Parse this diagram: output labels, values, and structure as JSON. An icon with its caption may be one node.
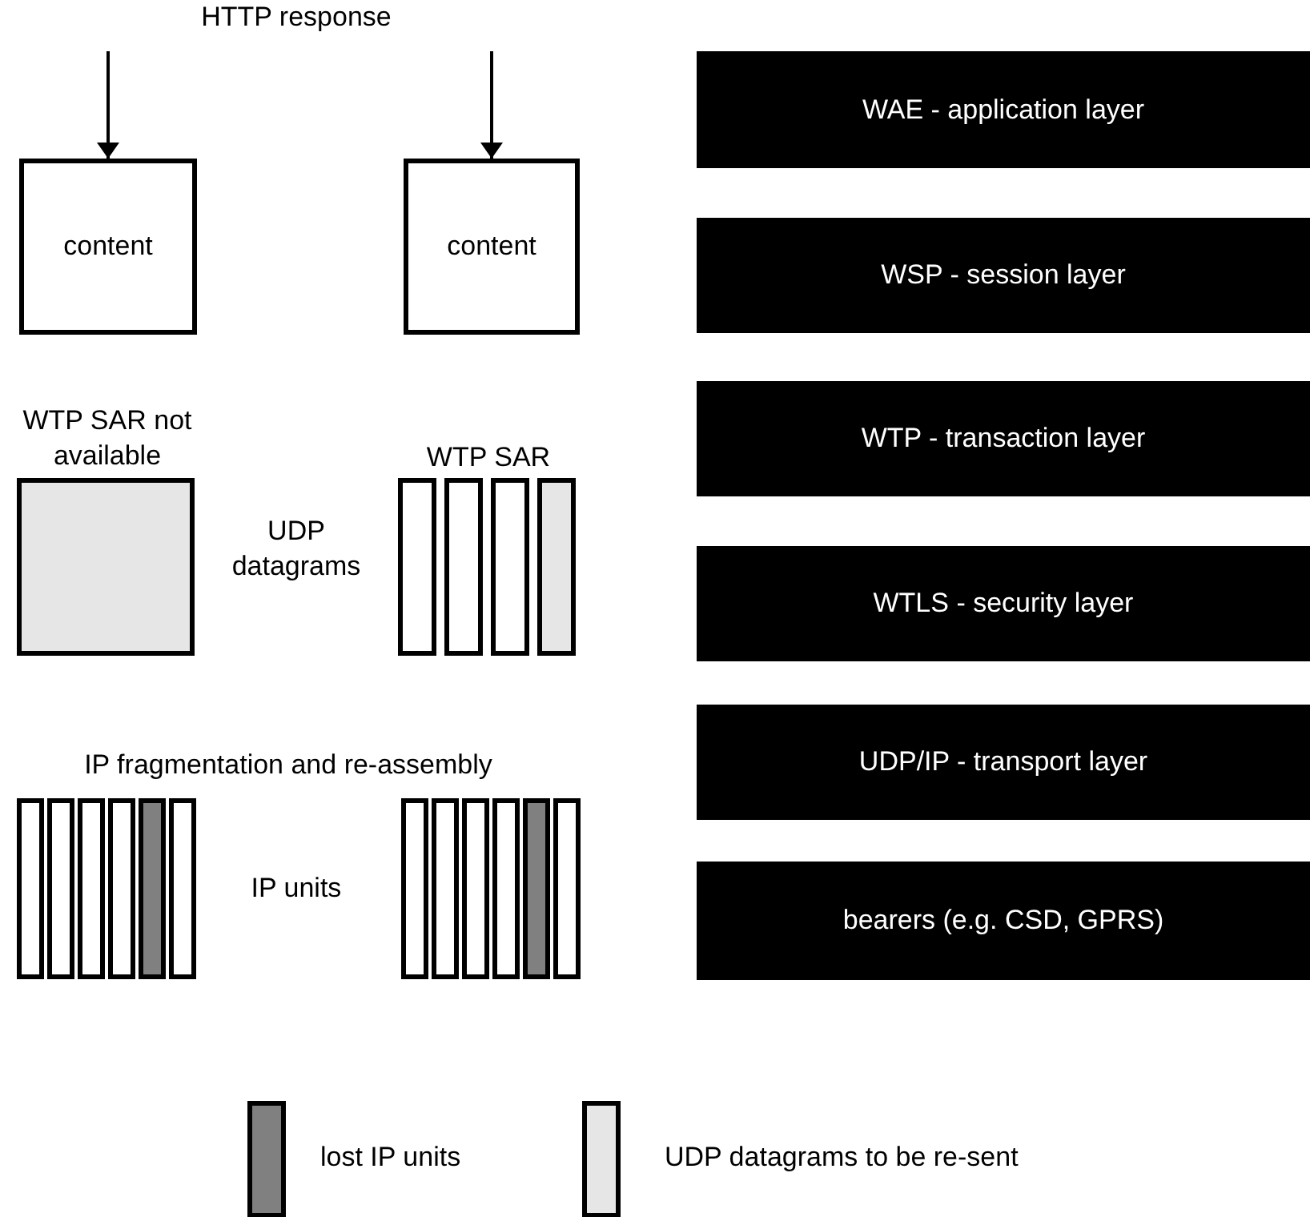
{
  "diagram": {
    "nodes": [
      {
        "text": [
          "content"
        ]
      },
      {
        "text": [
          "content"
        ]
      },
      {
        "text": [
          "WAE - application layer"
        ]
      },
      {
        "text": [
          "WSP - session layer"
        ]
      },
      {
        "text": [
          "WTP - transaction layer"
        ]
      },
      {
        "text": [
          "WTLS - security layer"
        ]
      },
      {
        "text": [
          "UDP/IP - transport layer"
        ]
      },
      {
        "text": [
          "bearers (e.g. CSD, GPRS)"
        ]
      }
    ],
    "edges": [
      {
        "from": null,
        "to": 0,
        "arrow": "to"
      },
      {
        "from": null,
        "to": 1,
        "arrow": "to"
      }
    ],
    "labels": [
      "HTTP response",
      "WTP SAR not available",
      "WTP SAR",
      "UDP datagrams",
      "IP fragmentation and re-assembly",
      "IP units"
    ],
    "legend": [
      {
        "text": "lost IP units",
        "color": "#808080"
      },
      {
        "text": "UDP datagrams to be re-sent",
        "color": "#e6e6e6"
      }
    ]
  }
}
